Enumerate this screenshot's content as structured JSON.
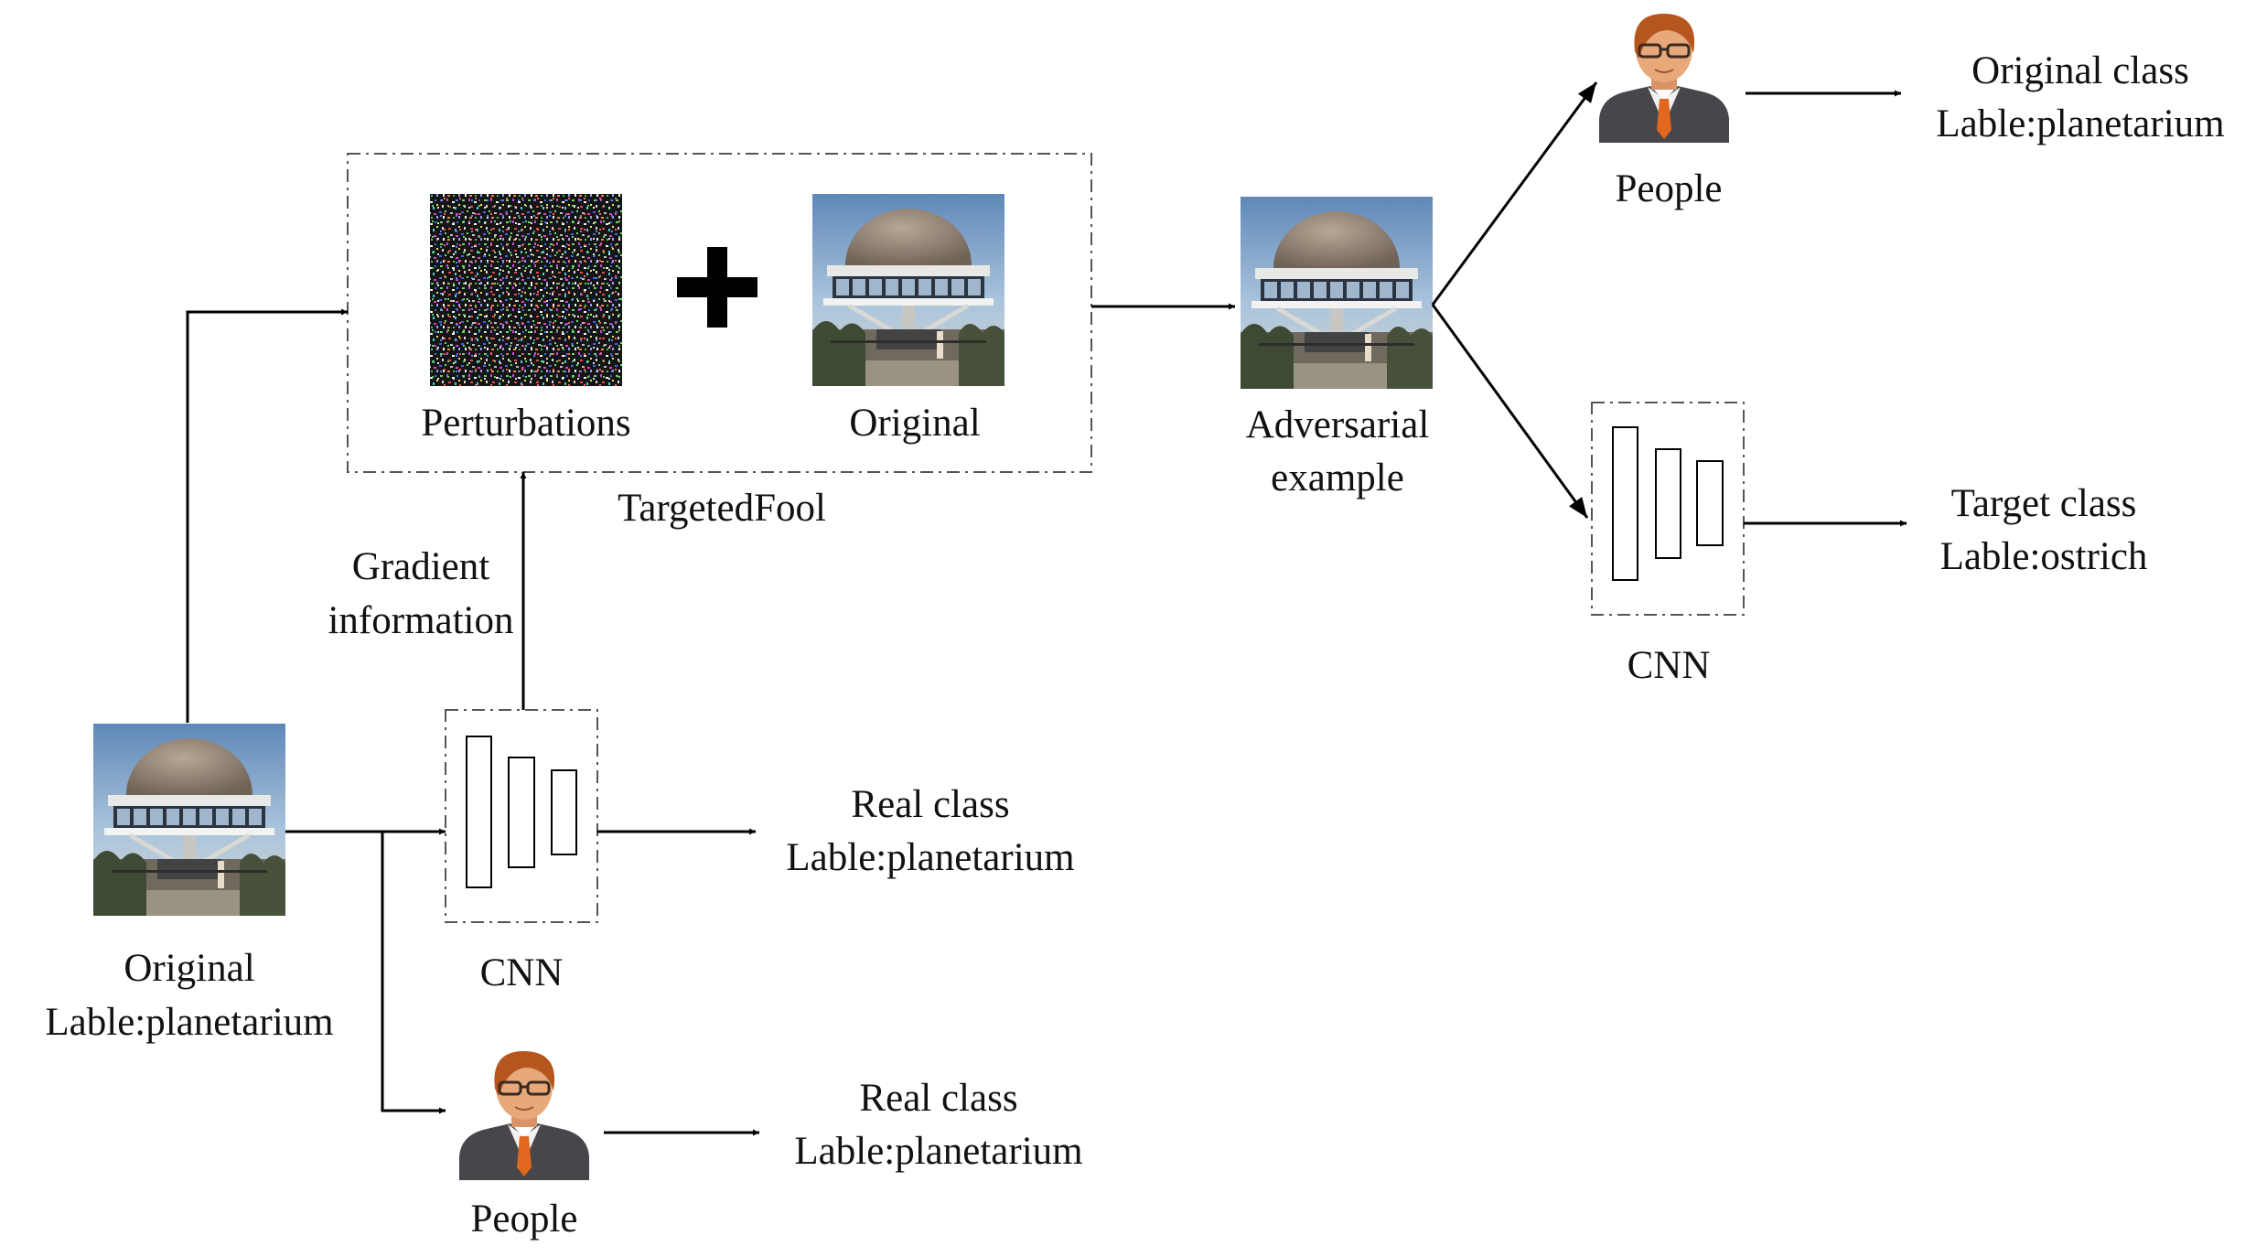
{
  "diagram": {
    "original_input": {
      "line1": "Original",
      "line2": "Lable:planetarium"
    },
    "cnn_bottom": {
      "label": "CNN"
    },
    "gradient": {
      "line1": "Gradient",
      "line2": "information"
    },
    "targetedfool": {
      "label": "TargetedFool",
      "perturbations_label": "Perturbations",
      "original_label": "Original"
    },
    "adversarial": {
      "line1": "Adversarial",
      "line2": "example"
    },
    "people_top": {
      "label": "People"
    },
    "cnn_right": {
      "label": "CNN"
    },
    "people_bottom": {
      "label": "People"
    },
    "result_people_top": {
      "line1": "Original class",
      "line2": "Lable:planetarium"
    },
    "result_cnn_right": {
      "line1": "Target class",
      "line2": "Lable:ostrich"
    },
    "result_cnn_bottom": {
      "line1": "Real class",
      "line2": "Lable:planetarium"
    },
    "result_people_bottom": {
      "line1": "Real class",
      "line2": "Lable:planetarium"
    }
  }
}
